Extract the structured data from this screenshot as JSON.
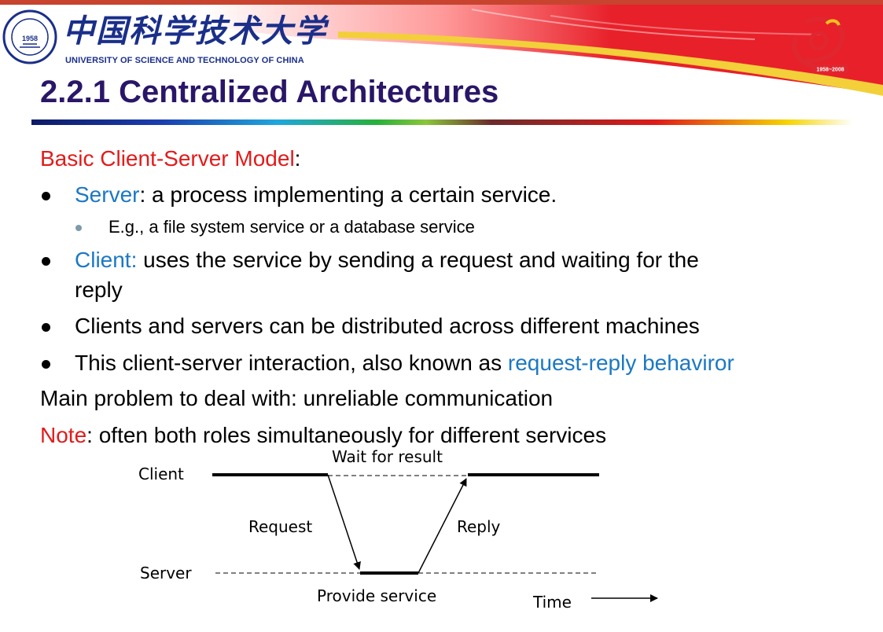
{
  "header": {
    "university_cn": "中国科学技术大学",
    "university_en": "UNIVERSITY OF SCIENCE AND TECHNOLOGY OF CHINA",
    "seal_year": "1958",
    "anniversary_years": "1958~2008"
  },
  "slide": {
    "title": "2.2.1 Centralized Architectures",
    "heading_highlight": "Basic Client-Server Model",
    "heading_rest": ":",
    "bullets": [
      {
        "highlight": "Server",
        "rest": ": a process implementing a certain service."
      },
      {
        "highlight": "Client:",
        "rest_line1": " uses the service by sending a request and waiting for the",
        "rest_line2": "reply"
      },
      {
        "text": "Clients and servers can be distributed across different machines"
      },
      {
        "before": "This client-server interaction, also known as ",
        "highlight": "request-reply behaviror"
      }
    ],
    "sub_bullet": "E.g., a file system service or a database service",
    "problem": "Main problem to deal with: unreliable communication",
    "note_label": "Note",
    "note_rest": ": often both roles simultaneously for different services"
  },
  "diagram": {
    "client_label": "Client",
    "server_label": "Server",
    "wait_label": "Wait for result",
    "request_label": "Request",
    "reply_label": "Reply",
    "provide_label": "Provide service",
    "time_label": "Time"
  },
  "colors": {
    "title": "#2a1668",
    "highlight_red": "#e21b1b",
    "highlight_blue": "#1b78c4",
    "logo_blue": "#1a2f8a"
  }
}
